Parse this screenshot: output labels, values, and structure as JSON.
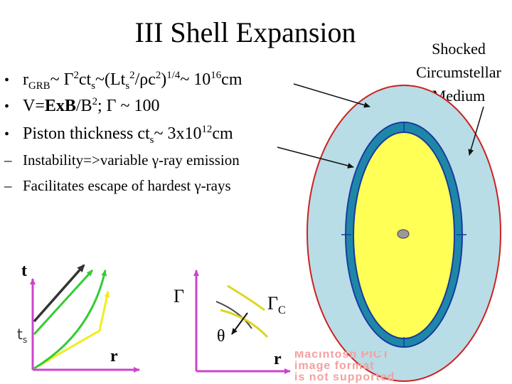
{
  "slide": {
    "title": "III Shell Expansion",
    "bullets": [
      {
        "mark": "•",
        "a": "r",
        "a_sub": "GRB",
        "b": "~ Γ",
        "b_sup": "2",
        "c": "ct",
        "c_sub": "s",
        "d": "~(Lt",
        "d_sub": "s",
        "d_sup": "2",
        "e": "/ρc",
        "e_sup": "2",
        "f": ")",
        "f_sup": "1/4",
        "g": "~ 10",
        "g_sup": "16",
        "h": "cm"
      },
      {
        "mark": "•",
        "a": "V=",
        "b": "ExB",
        "c": "/B",
        "c_sup": "2",
        "d": "; Γ ~ 100"
      },
      {
        "mark": "•",
        "a": "Piston thickness ct",
        "a_sub": "s",
        "b": "~ 3x10",
        "b_sup": "12",
        "c": "cm"
      }
    ],
    "sub_bullets": [
      {
        "mark": "–",
        "text": "Instability=>variable γ-ray emission"
      },
      {
        "mark": "–",
        "text": "Facilitates escape of hardest γ-rays"
      }
    ],
    "shocked_label": [
      "Shocked",
      "Circumstellar",
      "Medium"
    ]
  },
  "graph1": {
    "y_label": "t",
    "ts_label": "t",
    "ts_sub": "s",
    "x_label": "r"
  },
  "graph2": {
    "gamma_label": "Γ",
    "gamma_c_label": "Γ",
    "gamma_c_sub": "C",
    "theta_label": "θ",
    "x_label": "r"
  },
  "pict_notice": [
    "Macintosh PICT",
    "image format",
    "is not supported"
  ],
  "colors": {
    "outer_shell": "#b8dde6",
    "outer_border": "#cc2222",
    "inner_fill": "#ffff55",
    "piston_shell": "#1e87a8",
    "piston_border": "#1a3aa0",
    "yellow_line": "#ffff33",
    "green_line": "#33cc33",
    "axis": "#cc44cc",
    "arrow": "#333333"
  }
}
